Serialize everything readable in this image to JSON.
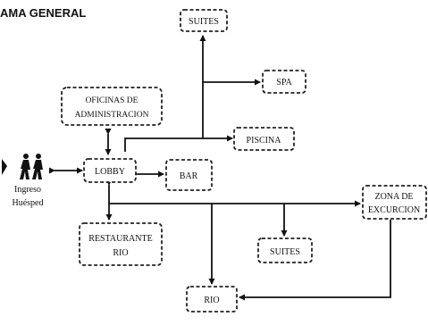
{
  "title": "AMA GENERAL",
  "nodes": {
    "suites_top": "SUITES",
    "spa": "SPA",
    "oficinas": [
      "OFICINAS DE",
      "ADMINISTRACION"
    ],
    "piscina": "PISCINA",
    "lobby": "LOBBY",
    "bar": "BAR",
    "zona": [
      "ZONA DE",
      "EXCURCION"
    ],
    "restaurante": [
      "RESTAURANTE",
      "RIO"
    ],
    "suites_bottom": "SUITES",
    "rio": "RIO"
  },
  "guest": [
    "Ingreso",
    "Huésped"
  ],
  "colors": {
    "line": "#111111",
    "box_border": "#222222",
    "background": "#ffffff"
  },
  "icons": {
    "guest": "walking-people-icon"
  }
}
